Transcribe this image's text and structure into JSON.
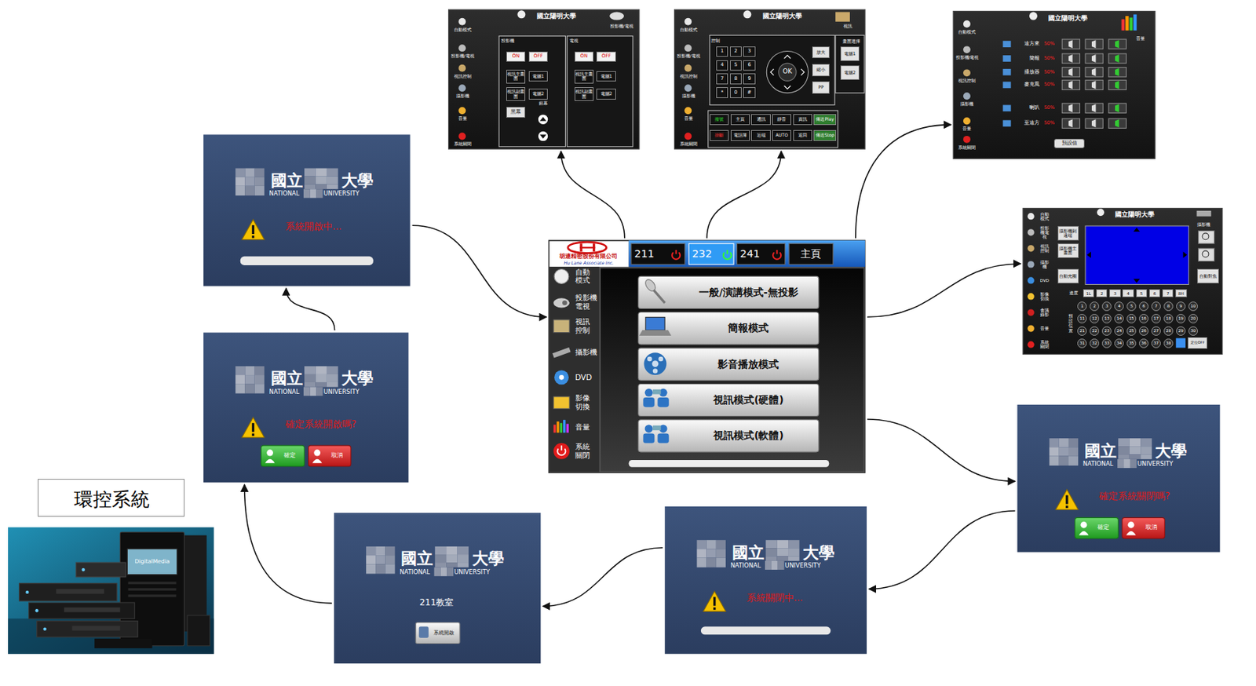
{
  "diagram": {
    "nodes": [
      {
        "text": [
          "自動模式",
          "投影機/電視",
          "視訊控制",
          "攝影機",
          "音量",
          "系統關閉",
          "國立陽明大學",
          "投影機/電視",
          "投影機",
          "ON",
          "OFF",
          "視訊主畫面",
          "電腦1",
          "視訊副畫面",
          "電腦2",
          "黑幕",
          "銀幕",
          "電視",
          "ON",
          "OFF",
          "視訊主畫面",
          "電腦1",
          "視訊副畫面",
          "電腦2"
        ]
      },
      {
        "text": [
          "自動模式",
          "投影機/電視",
          "視訊控制",
          "攝影機",
          "音量",
          "系統關閉",
          "國立陽明大學",
          "視訊",
          "控制",
          "1",
          "2",
          "3",
          "4",
          "5",
          "6",
          "7",
          "8",
          "9",
          "*",
          "0",
          "#",
          "OK",
          "放大",
          "縮小",
          "PP",
          "畫面選擇",
          "電腦1",
          "電腦2",
          "撥號",
          "主頁",
          "通訊",
          "靜音",
          "資訊",
          "傳送Play",
          "掛斷",
          "電話簿",
          "近端",
          "AUTO",
          "返回",
          "傳送Stop"
        ]
      },
      {
        "text": [
          "自動模式",
          "投影機/電視",
          "視訊控制",
          "攝影機",
          "音量",
          "系統關閉",
          "國立陽明大學",
          "音量",
          "遠方來",
          "50%",
          "簡報",
          "50%",
          "播放器",
          "50%",
          "麥克風",
          "50%",
          "喇叭",
          "50%",
          "至遠方",
          "50%",
          "預設值"
        ]
      },
      {
        "text": [
          "國立",
          "大學",
          "NATIONAL",
          "UNIVERSITY",
          "系統開啟中..."
        ]
      },
      {
        "text": [
          "自動模式",
          "投影機電視",
          "視訊控制",
          "攝影機",
          "DVD",
          "影像切換",
          "會議錄影",
          "音量",
          "系統關閉",
          "國立陽明大學",
          "攝影機",
          "攝影機到遠端",
          "攝影機主畫面",
          "自動光圈",
          "自動對焦",
          "速度",
          "1L",
          "2",
          "3",
          "4",
          "5",
          "6",
          "7",
          "8H",
          "預設位置",
          "1",
          "2",
          "3",
          "4",
          "5",
          "6",
          "7",
          "8",
          "9",
          "10",
          "11",
          "12",
          "13",
          "14",
          "15",
          "16",
          "17",
          "18",
          "19",
          "20",
          "21",
          "22",
          "23",
          "24",
          "25",
          "26",
          "27",
          "28",
          "29",
          "30",
          "31",
          "32",
          "33",
          "34",
          "35",
          "36",
          "37",
          "38",
          "定位OFF"
        ]
      },
      {
        "text": [
          "胡連精密股份有限公司",
          "Hu Lane Associate Inc.",
          "自動模式",
          "投影機電視",
          "視訊控制",
          "攝影機",
          "DVD",
          "影像切換",
          "音量",
          "系統關閉"
        ]
      },
      {
        "text": [
          "211"
        ],
        "in": 5
      },
      {
        "text": [
          "232"
        ],
        "in": 5
      },
      {
        "text": [
          "241"
        ],
        "in": 5
      },
      {
        "text": [
          "主頁"
        ],
        "in": 5
      },
      {
        "text": [
          "一般/演講模式-無投影"
        ],
        "in": 5
      },
      {
        "text": [
          "簡報模式"
        ],
        "in": 5
      },
      {
        "text": [
          "影音播放模式"
        ],
        "in": 5
      },
      {
        "text": [
          "視訊模式(硬體)"
        ],
        "in": 5
      },
      {
        "text": [
          "視訊模式(軟體)"
        ],
        "in": 5
      },
      {
        "text": [
          "國立",
          "大學",
          "NATIONAL",
          "UNIVERSITY",
          "確定系統開啟嗎?"
        ]
      },
      {
        "text": [
          "確定"
        ],
        "in": 15
      },
      {
        "text": [
          "取消"
        ],
        "in": 15
      },
      {
        "text": [
          "國立",
          "大學",
          "NATIONAL",
          "UNIVERSITY",
          "確定系統關閉嗎?"
        ]
      },
      {
        "text": [
          "確定"
        ],
        "in": 18
      },
      {
        "text": [
          "取消"
        ],
        "in": 18
      },
      {
        "text": [
          "環控系統"
        ]
      },
      {
        "text": [
          "國立",
          "大學",
          "NATIONAL",
          "UNIVERSITY",
          "211教室"
        ]
      },
      {
        "text": [
          "系統開啟"
        ],
        "in": 22
      },
      {
        "text": [
          "國立",
          "大學",
          "NATIONAL",
          "UNIVERSITY",
          "系統關閉中..."
        ]
      }
    ],
    "edges": [
      {
        "from": 3,
        "to": 5,
        "arrow": "to"
      },
      {
        "from": 5,
        "to": 0,
        "arrow": "to"
      },
      {
        "from": 5,
        "to": 1,
        "arrow": "to"
      },
      {
        "from": 5,
        "to": 2,
        "arrow": "to"
      },
      {
        "from": 5,
        "to": 4,
        "arrow": "to"
      },
      {
        "from": 5,
        "to": 18,
        "arrow": "to"
      },
      {
        "from": 18,
        "to": 24,
        "arrow": "to"
      },
      {
        "from": 24,
        "to": 22,
        "arrow": "to"
      },
      {
        "from": 22,
        "to": 15,
        "arrow": "to"
      },
      {
        "from": 15,
        "to": 3,
        "arrow": "to"
      }
    ],
    "labels": [
      "DigitalMedia"
    ]
  }
}
